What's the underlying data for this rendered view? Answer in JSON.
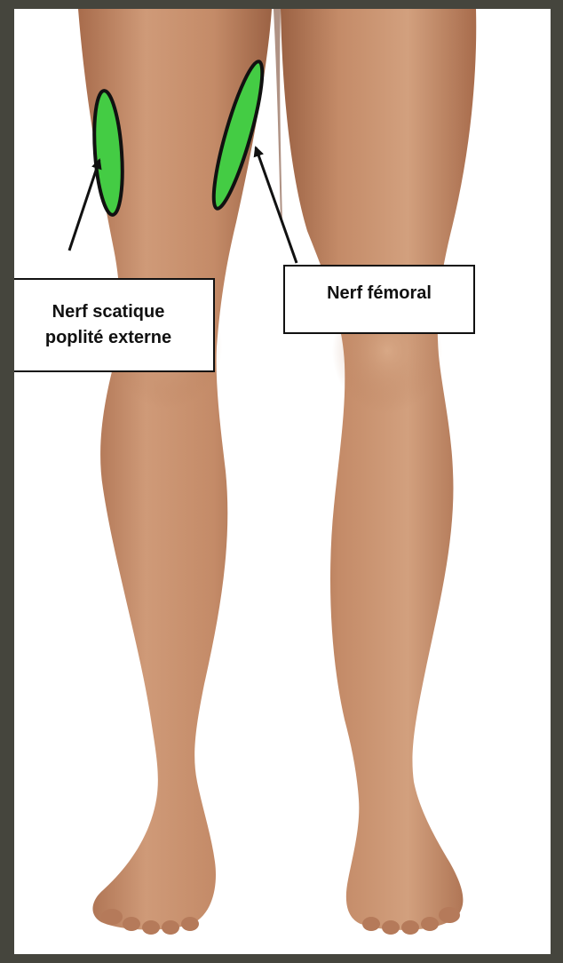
{
  "labels": {
    "sciatic": {
      "line1": "Nerf scatique",
      "line2": "poplité externe"
    },
    "femoral": {
      "text": "Nerf fémoral"
    }
  },
  "colors": {
    "page_background": "#45453d",
    "canvas": "#ffffff",
    "nerve_marker": "#44cc44",
    "skin": "#c8906a",
    "outline": "#111111"
  }
}
